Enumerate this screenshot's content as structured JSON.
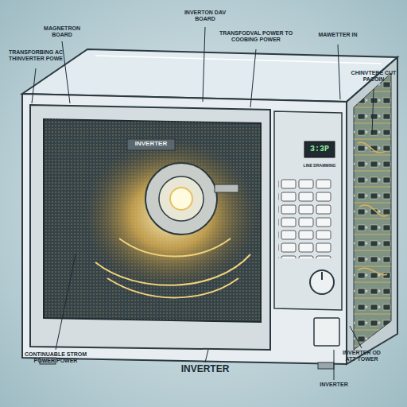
{
  "diagram": {
    "labels": [
      "INVERTON DAV BOARD",
      "MAGNETRON BOARD",
      "TRANSFODVAL POWER TO COOBING POWER",
      "MAWETTER IN",
      "TRANSFORBING AC THINVERTER POWE",
      "CHINVTEBE CUT PACOIN",
      "INVERTER",
      "3:3P",
      "LINE DRAMMING",
      "CONTINUABLE STROM POWER POWER",
      "INVERTER",
      "INVERTER OD ATT TOWER",
      "INVERTER"
    ]
  }
}
